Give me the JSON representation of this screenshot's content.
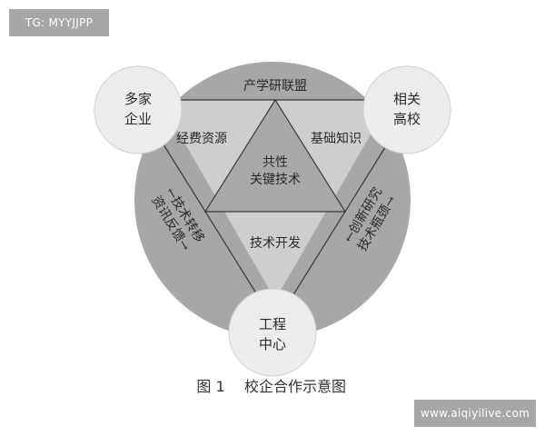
{
  "watermarks": {
    "top_left": "TG: MYYJJPP",
    "bottom_right": "www.aiqiyilive.com"
  },
  "colors": {
    "outer_dark": "#a7a7a7",
    "outer_light": "#cecece",
    "inner_triangle": "#a9a9a9",
    "node_fill": "#ececec",
    "line": "#3a3a3a",
    "badge": "#a6a6a6"
  },
  "diagram": {
    "center": "共性关键技术",
    "center_line1": "共性",
    "center_line2": "关键技术",
    "nodes": [
      {
        "id": "enterprises",
        "line1": "多家",
        "line2": "企业"
      },
      {
        "id": "universities",
        "line1": "相关",
        "line2": "高校"
      },
      {
        "id": "engineering_center",
        "line1": "工程",
        "line2": "中心"
      }
    ],
    "inner_segments": {
      "top_left": "经费资源",
      "top_right": "基础知识",
      "bottom": "技术开发"
    },
    "outer_segments": {
      "top": "产学研联盟",
      "left_line1": "←技术转移",
      "left_line2": "资讯反馈→",
      "right_line1": "←创新研究",
      "right_line2": "技术瓶颈→"
    }
  },
  "caption": {
    "figure_number": "图 1",
    "title": "校企合作示意图"
  }
}
